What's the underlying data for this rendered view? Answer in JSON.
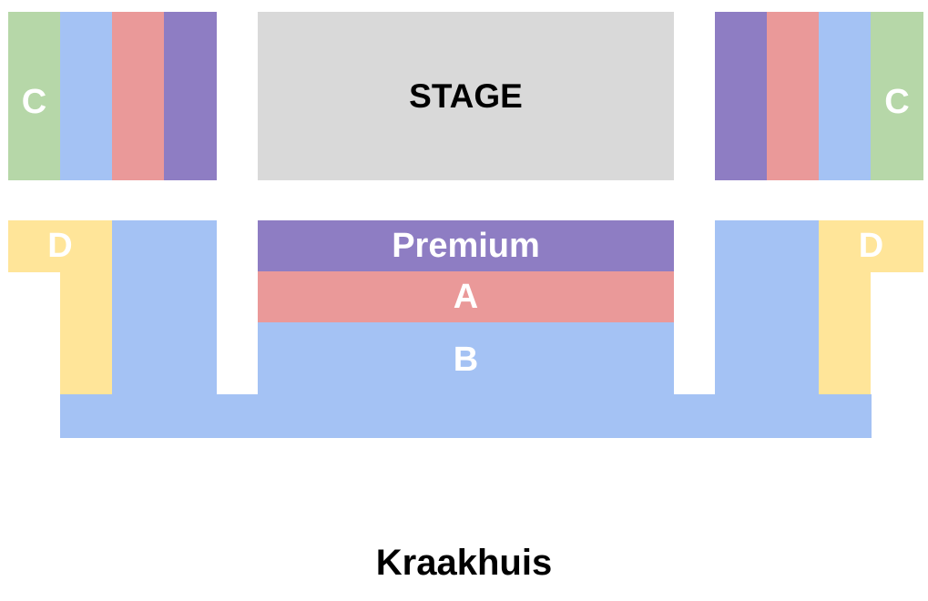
{
  "colors": {
    "stage": "#d9d9d9",
    "premium": "#8e7dc3",
    "a": "#ea9999",
    "b": "#a4c2f4",
    "c": "#b6d7a8",
    "d": "#ffe599",
    "label": "#ffffff",
    "stage_label": "#000000"
  },
  "labels": {
    "stage": "STAGE",
    "premium": "Premium",
    "a": "A",
    "b": "B",
    "c": "C",
    "d": "D"
  },
  "venue": "Kraakhuis"
}
